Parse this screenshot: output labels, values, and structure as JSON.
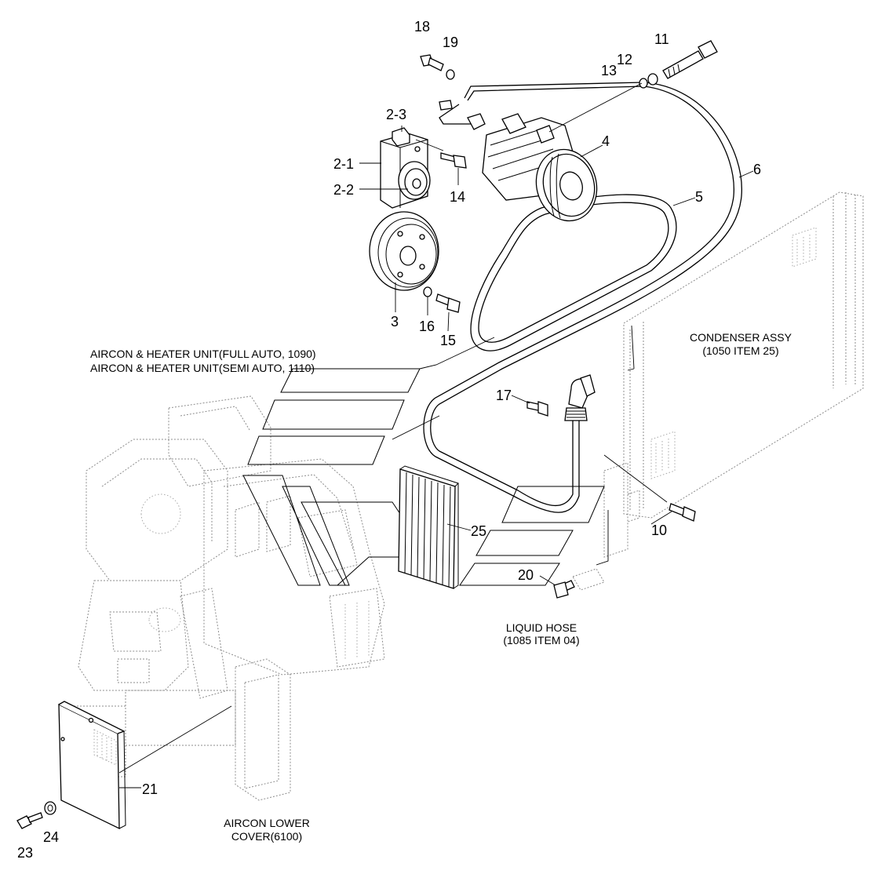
{
  "labels": {
    "n18": "18",
    "n19": "19",
    "n11": "11",
    "n12": "12",
    "n13": "13",
    "n2_3": "2-3",
    "n4": "4",
    "n2_1": "2-1",
    "n2_2": "2-2",
    "n14": "14",
    "n6": "6",
    "n5": "5",
    "n3": "3",
    "n16": "16",
    "n15": "15",
    "n17": "17",
    "n10": "10",
    "n25": "25",
    "n20": "20",
    "n21": "21",
    "n23": "23",
    "n24": "24"
  },
  "captions": {
    "aircon_heater_full": "AIRCON & HEATER UNIT(FULL AUTO, 1090)",
    "aircon_heater_semi": "AIRCON & HEATER UNIT(SEMI AUTO, 1110)",
    "condenser_line1": "CONDENSER ASSY",
    "condenser_line2": "(1050 ITEM 25)",
    "liquid_hose_line1": "LIQUID HOSE",
    "liquid_hose_line2": "(1085 ITEM 04)",
    "lower_cover_line1": "AIRCON LOWER",
    "lower_cover_line2": "COVER(6100)"
  }
}
